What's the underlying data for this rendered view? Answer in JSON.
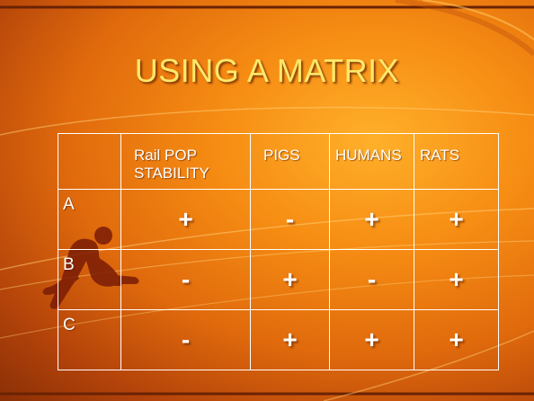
{
  "slide": {
    "title": "USING A MATRIX",
    "title_color": "#ffe86a",
    "background_colors": [
      "#ffb02a",
      "#f68c13",
      "#b3430a"
    ],
    "image": "runner-crouch-silhouette"
  },
  "matrix": {
    "columns": [
      "",
      "Rail POP STABILITY",
      "PIGS",
      "HUMANS",
      "RATS"
    ],
    "rows": [
      {
        "label": "A",
        "values": [
          "+",
          "-",
          "+",
          "+"
        ]
      },
      {
        "label": "B",
        "values": [
          "-",
          "+",
          "-",
          "+"
        ]
      },
      {
        "label": "C",
        "values": [
          "-",
          "+",
          "+",
          "+"
        ]
      }
    ]
  }
}
